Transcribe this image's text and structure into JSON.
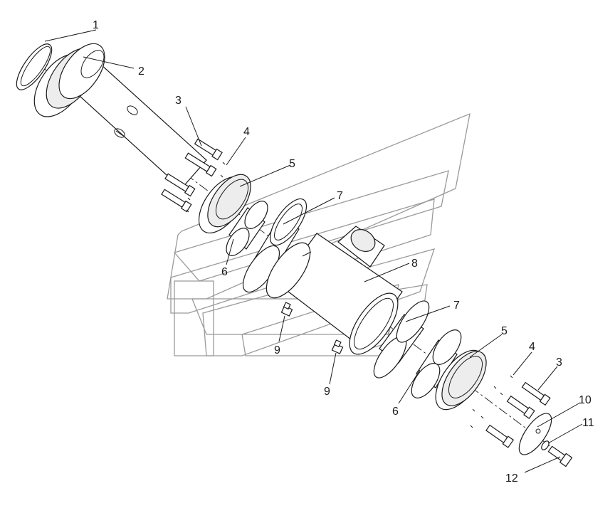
{
  "diagram": {
    "type": "exploded-assembly",
    "colors": {
      "line": "#1a1a1a",
      "watermark": "#9a9a9a",
      "background": "#ffffff"
    },
    "callouts": [
      {
        "id": "c1",
        "label": "1"
      },
      {
        "id": "c2",
        "label": "2"
      },
      {
        "id": "c3a",
        "label": "3"
      },
      {
        "id": "c4a",
        "label": "4"
      },
      {
        "id": "c5a",
        "label": "5"
      },
      {
        "id": "c6a",
        "label": "6"
      },
      {
        "id": "c7a",
        "label": "7"
      },
      {
        "id": "c8",
        "label": "8"
      },
      {
        "id": "c9a",
        "label": "9"
      },
      {
        "id": "c9b",
        "label": "9"
      },
      {
        "id": "c7b",
        "label": "7"
      },
      {
        "id": "c5b",
        "label": "5"
      },
      {
        "id": "c4b",
        "label": "4"
      },
      {
        "id": "c3b",
        "label": "3"
      },
      {
        "id": "c6b",
        "label": "6"
      },
      {
        "id": "c10",
        "label": "10"
      },
      {
        "id": "c11",
        "label": "11"
      },
      {
        "id": "c12",
        "label": "12"
      }
    ]
  }
}
